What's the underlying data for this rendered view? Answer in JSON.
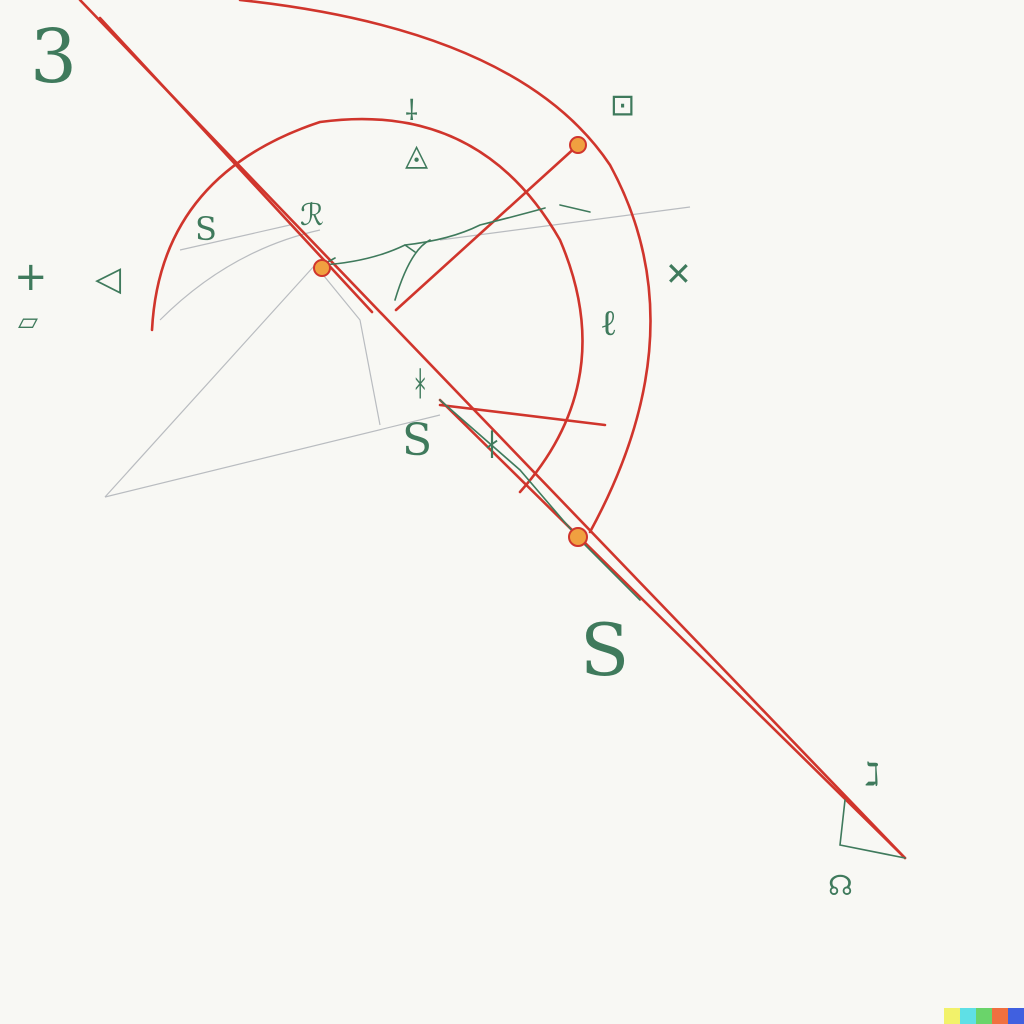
{
  "figure": {
    "corner_number": "3",
    "scribble_glyphs": {
      "left_cross": "+",
      "left_arrow": "◁",
      "left_low": "▱",
      "arc_inner_left": "S",
      "mid_left_sym": "ℛ",
      "top_mid_sym": "⸸",
      "top_mid_low": "◬",
      "top_right_sym": "⊡",
      "right_sym": "✕",
      "right_mid_sym": "ℓ",
      "mid_hook_sym": "S",
      "mid_sym_small": "∤",
      "center_sym": "ᚼ",
      "bottom_s": "S",
      "bottom_right_sym": "ℷ",
      "bottom_right_low": "☊"
    }
  },
  "colors": {
    "background": "#f8f8f4",
    "red_lines": "#d0352c",
    "green_ink": "#3f7a5c",
    "pencil": "#b9bcc0",
    "node_fill": "#f0a040"
  },
  "corner_swatches": [
    "#f2f26a",
    "#5fe0e6",
    "#6ad46a",
    "#f07040",
    "#4060e0"
  ]
}
